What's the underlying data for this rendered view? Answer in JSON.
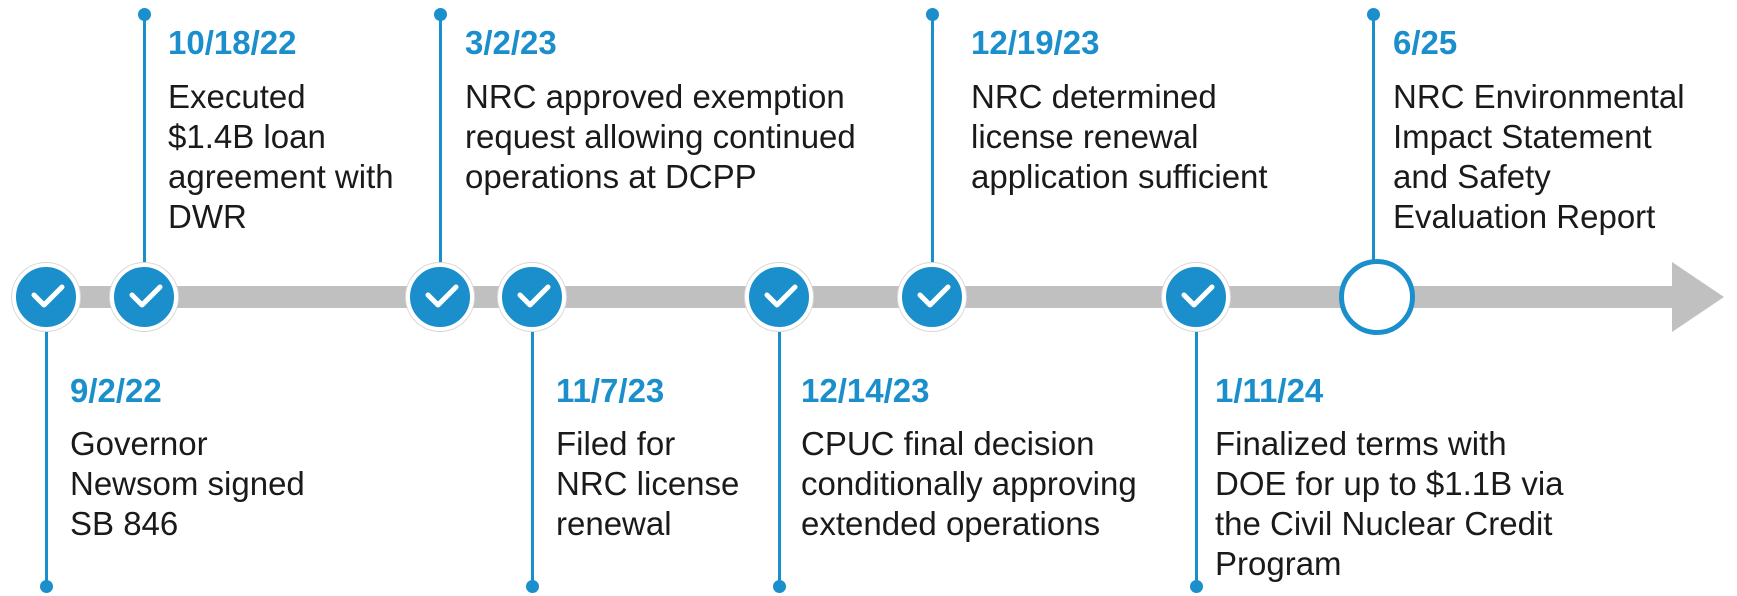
{
  "colors": {
    "accent": "#1a8fcb",
    "track": "#c0c0c0",
    "text": "#1a1a1a"
  },
  "milestones": [
    {
      "date": "9/2/22",
      "text": "Governor\nNewsom signed\nSB 846",
      "status": "completed",
      "icon": "check-icon"
    },
    {
      "date": "10/18/22",
      "text": "Executed\n$1.4B loan\nagreement with\nDWR",
      "status": "completed",
      "icon": "check-icon"
    },
    {
      "date": "3/2/23",
      "text": "NRC approved exemption\nrequest allowing continued\noperations at DCPP",
      "status": "completed",
      "icon": "check-icon"
    },
    {
      "date": "11/7/23",
      "text": "Filed for\nNRC license\nrenewal",
      "status": "completed",
      "icon": "check-icon"
    },
    {
      "date": "12/14/23",
      "text": "CPUC final decision\nconditionally approving\nextended operations",
      "status": "completed",
      "icon": "check-icon"
    },
    {
      "date": "12/19/23",
      "text": "NRC determined\nlicense renewal\napplication sufficient",
      "status": "completed",
      "icon": "check-icon"
    },
    {
      "date": "1/11/24",
      "text": "Finalized terms with\nDOE for up to $1.1B via\nthe Civil Nuclear Credit\nProgram",
      "status": "completed",
      "icon": "check-icon"
    },
    {
      "date": "6/25",
      "text": "NRC Environmental\nImpact Statement\nand Safety\nEvaluation Report",
      "status": "pending",
      "icon": "open-circle-icon"
    }
  ]
}
